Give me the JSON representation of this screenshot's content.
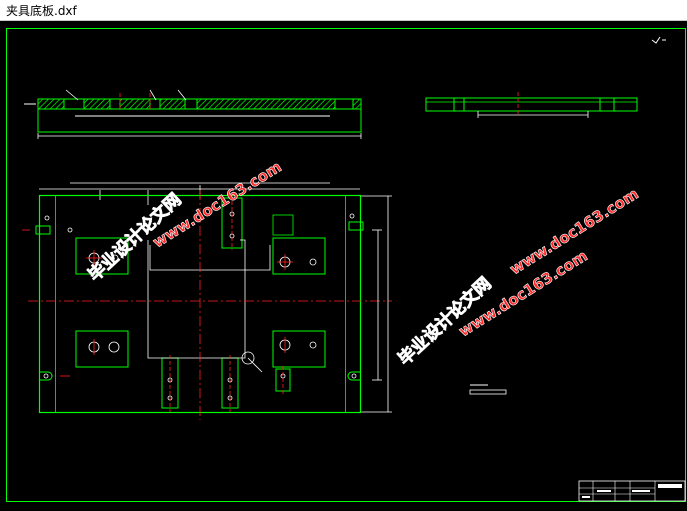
{
  "window": {
    "title": "夹具底板.dxf"
  },
  "watermarks": {
    "cn_1": "毕业设计论文网",
    "url_1": "www.doc163.com",
    "url_2": "www.doc163.com",
    "cn_2": "毕业设计论文网",
    "url_3": "www.doc163.com"
  },
  "colors": {
    "background": "#000000",
    "outline": "#00ff00",
    "centerline": "#ff2020",
    "dimension": "#ffffff",
    "watermark_fill": "#ff2a2a",
    "watermark_stroke": "#ffffff"
  }
}
